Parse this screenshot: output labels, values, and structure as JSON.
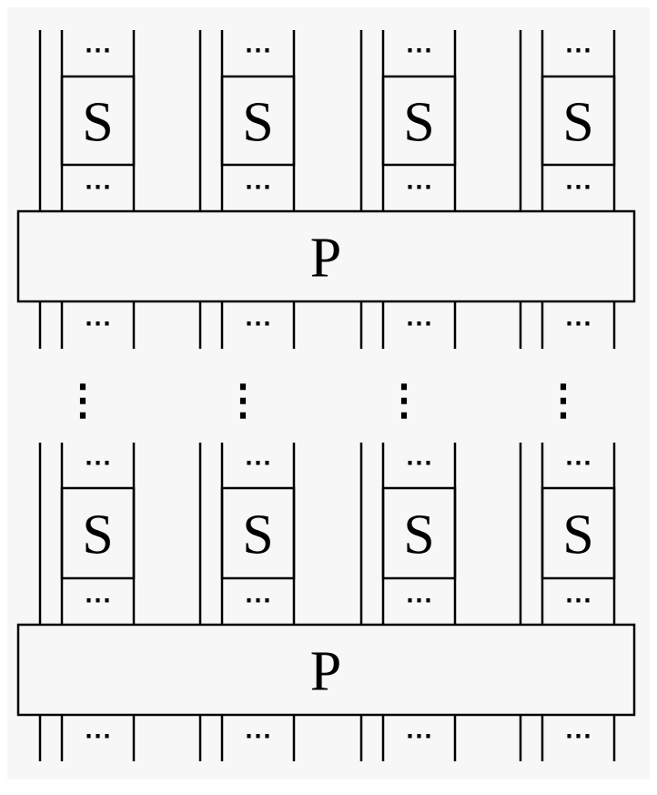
{
  "diagram": {
    "background_color": "#f7f7f7",
    "stroke_color": "#000000",
    "s_box_label": "S",
    "p_box_label": "P",
    "wire_ellipsis": "⋯",
    "vertical_ellipsis": "⋮",
    "columns": 4,
    "rounds_shown": 2
  }
}
